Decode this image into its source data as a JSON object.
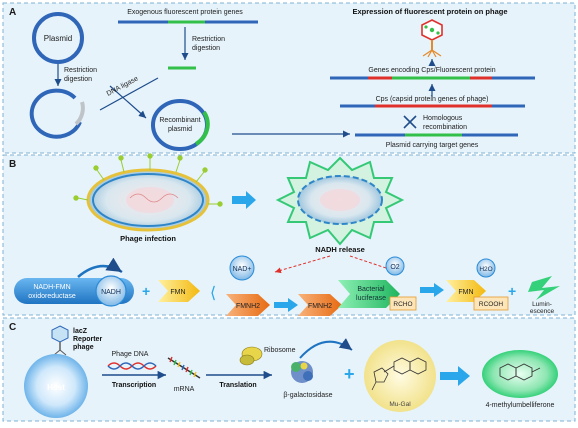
{
  "panel_a": {
    "letter": "A",
    "plasmid": "Plasmid",
    "restriction_digestion_left": [
      "Restriction",
      "digestion"
    ],
    "exogenous_genes": "Exogenous fluorescent protein genes",
    "restriction_digestion_mid": [
      "Restriction",
      "digestion"
    ],
    "dna_ligase": "DNA ligase",
    "recombinant_plasmid": [
      "Recombinant",
      "plasmid"
    ],
    "expression_title": "Expression of fluorescent protein on phage",
    "genes_encoding": "Genes encoding Cps/Fluorescent protein",
    "cps": "Cps (capsid protein genes of phage)",
    "homologous": [
      "Homologous",
      "recombination"
    ],
    "plasmid_target": "Plasmid carrying target genes"
  },
  "panel_b": {
    "letter": "B",
    "phage_infection": "Phage infection",
    "nadh_release": "NADH release",
    "oxidoreductase": [
      "NADH-FMN",
      "oxidoreductase"
    ],
    "nadh": "NADH",
    "fmn_1": "FMN",
    "nad_plus": "NAD+",
    "fmnh2_1": "FMNH2",
    "fmnh2_2": "FMNH2",
    "bacterial_luciferase": [
      "Bacterial",
      "luciferase"
    ],
    "o2": "O2",
    "rcho": "RCHO",
    "fmn_2": "FMN",
    "h2o": "H2O",
    "rcooh": "RCOOH",
    "luminescence": [
      "Lumin-",
      "escence"
    ]
  },
  "panel_c": {
    "letter": "C",
    "reporter_phage": [
      "lacZ",
      "Reporter",
      "phage"
    ],
    "host": "Host",
    "phage_dna": "Phage DNA",
    "transcription": "Transcription",
    "mrna": "mRNA",
    "ribosome": "Ribosome",
    "translation": "Translation",
    "beta_gal": "β-galactosidase",
    "mu_gal": "Mu-Gal",
    "methylumbelliferone": "4-methylumbelliferone"
  },
  "colors": {
    "panel_bg": "#e6f3fb",
    "dashed_border": "#7fb2d6",
    "dna_blue": "#2f66b8",
    "insert_green": "#33c04a",
    "cps_red": "#e0302b",
    "arrow_blue": "#1f4d8c",
    "bright_arrow": "#2aa6ea",
    "fmn_yellow": "#f5c21a",
    "fmnh2_orange": "#ee7a23",
    "luciferase_green": "#27c46b",
    "oxido_blue": "#2b8bd8",
    "glow_green": "#35d17a"
  }
}
